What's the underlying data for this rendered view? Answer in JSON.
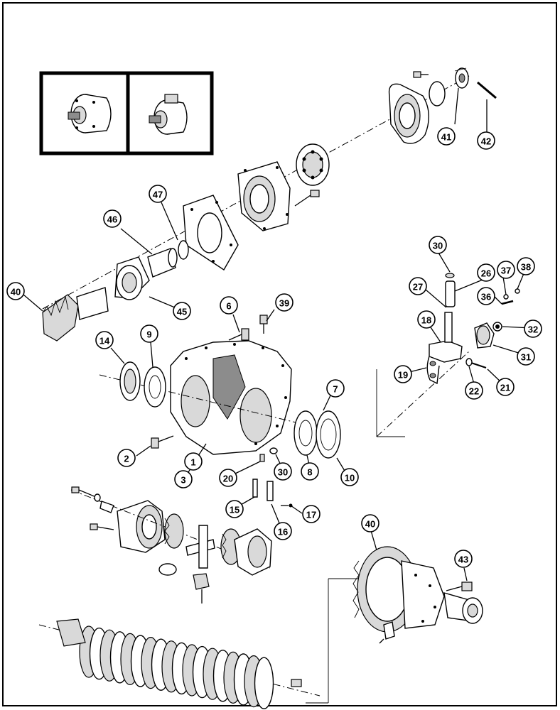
{
  "callouts": [
    {
      "id": "c41",
      "label": "41"
    },
    {
      "id": "c42",
      "label": "42"
    },
    {
      "id": "c47",
      "label": "47"
    },
    {
      "id": "c46",
      "label": "46"
    },
    {
      "id": "c40a",
      "label": "40"
    },
    {
      "id": "c45",
      "label": "45"
    },
    {
      "id": "c6",
      "label": "6"
    },
    {
      "id": "c39",
      "label": "39"
    },
    {
      "id": "c14",
      "label": "14"
    },
    {
      "id": "c9",
      "label": "9"
    },
    {
      "id": "c7",
      "label": "7"
    },
    {
      "id": "c2",
      "label": "2"
    },
    {
      "id": "c1",
      "label": "1"
    },
    {
      "id": "c3",
      "label": "3"
    },
    {
      "id": "c20",
      "label": "20"
    },
    {
      "id": "c30b",
      "label": "30"
    },
    {
      "id": "c8",
      "label": "8"
    },
    {
      "id": "c10",
      "label": "10"
    },
    {
      "id": "c15",
      "label": "15"
    },
    {
      "id": "c16",
      "label": "16"
    },
    {
      "id": "c17",
      "label": "17"
    },
    {
      "id": "c30a",
      "label": "30"
    },
    {
      "id": "c26",
      "label": "26"
    },
    {
      "id": "c27",
      "label": "27"
    },
    {
      "id": "c37",
      "label": "37"
    },
    {
      "id": "c38",
      "label": "38"
    },
    {
      "id": "c36",
      "label": "36"
    },
    {
      "id": "c18",
      "label": "18"
    },
    {
      "id": "c32",
      "label": "32"
    },
    {
      "id": "c19",
      "label": "19"
    },
    {
      "id": "c31",
      "label": "31"
    },
    {
      "id": "c22",
      "label": "22"
    },
    {
      "id": "c21",
      "label": "21"
    },
    {
      "id": "c40b",
      "label": "40"
    },
    {
      "id": "c43",
      "label": "43"
    }
  ]
}
